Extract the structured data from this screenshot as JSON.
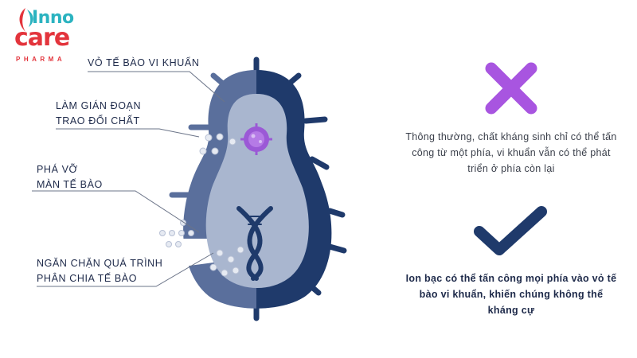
{
  "brand": {
    "line1": "Inno",
    "line2": "care",
    "line3": "PHARMA",
    "colors": {
      "teal": "#2bb3c0",
      "red": "#e3343c"
    }
  },
  "labels": {
    "cell_wall": "VỎ TẾ BÀO VI KHUẨN",
    "metabolism_line1": "LÀM GIÁN ĐOẠN",
    "metabolism_line2": "TRAO ĐỔI CHẤT",
    "membrane_line1": "PHÁ VỠ",
    "membrane_line2": "MÀN TẾ BÀO",
    "division_line1": "NGĂN CHẶN QUÁ TRÌNH",
    "division_line2": "PHÂN CHIA TẾ BÀO"
  },
  "cross_text": "Thông thường, chất kháng sinh chỉ có thể tấn công từ một phía, vi khuẩn vẫn có thể phát triển ở phía còn lại",
  "check_text": "Ion bạc có thể tấn công mọi phía vào vỏ tế bào vi khuẩn, khiến chúng không thể kháng cự",
  "icons": {
    "cross": "cross-icon",
    "check": "check-icon"
  },
  "colors": {
    "dark_navy": "#1f3a6b",
    "mid_blue": "#5a6f9c",
    "light_blue": "#a9b6cf",
    "purple": "#9b59d6",
    "cross": "#a855e0",
    "check": "#1f3a6b"
  }
}
